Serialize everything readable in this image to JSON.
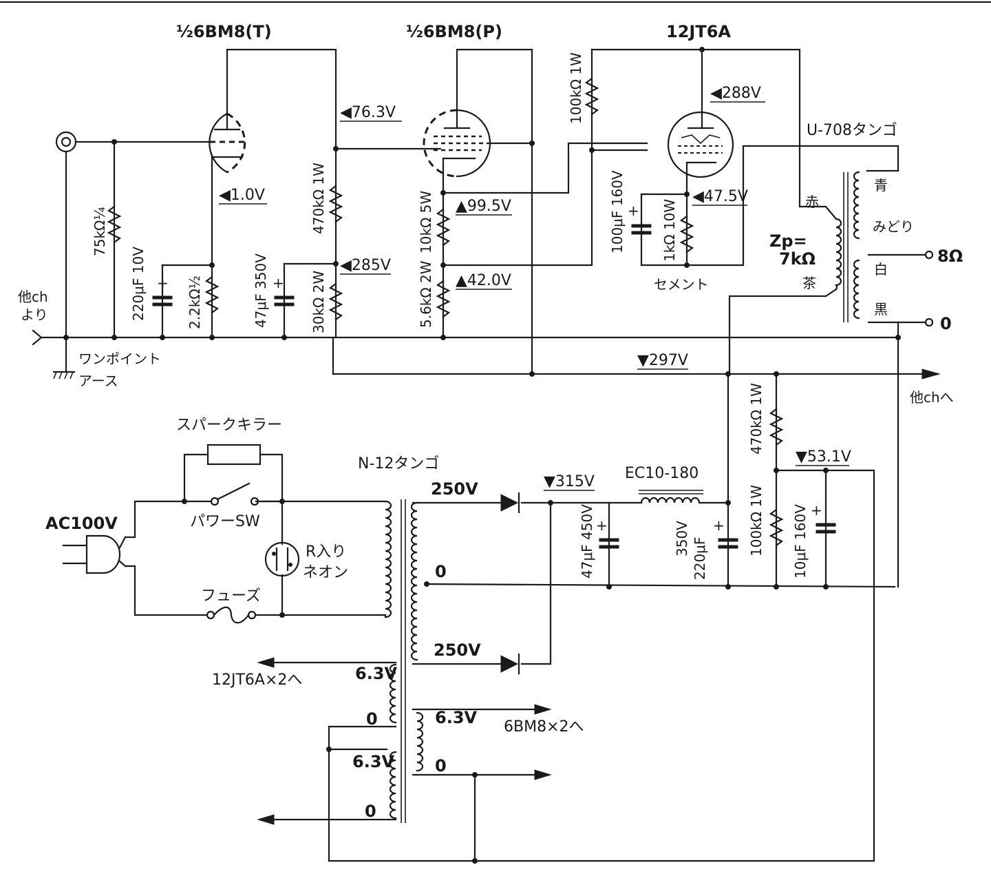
{
  "tubes": {
    "v1": "½6BM8(T)",
    "v2": "½6BM8(P)",
    "v3": "12JT6A"
  },
  "voltages": {
    "v1_cathode": "◀1.0V",
    "v1_plate_node": "◀76.3V",
    "b285": "◀285V",
    "v2_cathode": "▲99.5V",
    "v2_mid": "▲42.0V",
    "v3_plate": "◀288V",
    "v3_cathode": "◀47.5V",
    "b297": "▼297V",
    "b315": "▼315V",
    "b53": "▼53.1V"
  },
  "components": {
    "r1": "75kΩ¼",
    "c1": "220μF 10V",
    "r2": "2.2kΩ½",
    "c2": "47μF 350V",
    "r3": "470kΩ 1W",
    "r4": "30kΩ 2W",
    "r5": "10kΩ 5W",
    "r6": "5.6kΩ 2W",
    "r7": "100kΩ 1W",
    "c3": "100μF 160V",
    "r8": "1kΩ 10W",
    "r8_note": "セメント",
    "r9": "470kΩ 1W",
    "r10": "100kΩ 1W",
    "c4": "10μF 160V",
    "c5": "47μF 450V",
    "c6_v": "350V",
    "c6_c": "220μF",
    "choke": "EC10-180"
  },
  "output_transformer": {
    "name": "U-708タンゴ",
    "zp_1": "Zp=",
    "zp_2": "7kΩ",
    "red": "赤",
    "brown": "茶",
    "blue": "青",
    "green": "みどり",
    "white": "白",
    "black": "黒",
    "out_8": "8Ω",
    "out_0": "0"
  },
  "power": {
    "transformer": "N-12タンゴ",
    "ac": "AC100V",
    "spark_killer": "スパークキラー",
    "power_sw": "パワーSW",
    "fuse": "フューズ",
    "neon_1": "R入り",
    "neon_2": "ネオン",
    "sec_250_top": "250V",
    "sec_0": "0",
    "sec_250_bot": "250V",
    "h1_v": "6.3V",
    "h1_0": "0",
    "h2_v": "6.3V",
    "h2_0": "0",
    "h3_v": "6.3V",
    "h3_0": "0",
    "to_12jt6a": "12JT6A×2へ",
    "to_6bm8": "6BM8×2へ"
  },
  "misc": {
    "in_1": "他ch",
    "in_2": "より",
    "ground_1": "ワンポイント",
    "ground_2": "アース",
    "to_other": "他chへ"
  }
}
